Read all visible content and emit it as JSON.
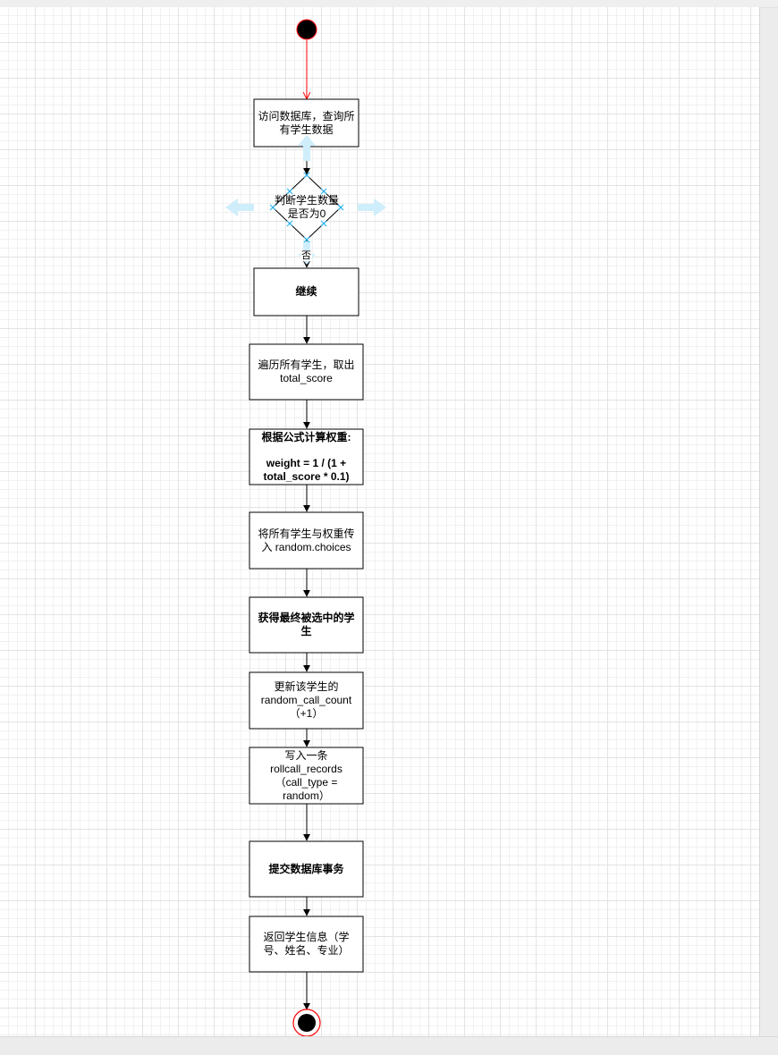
{
  "diagram": {
    "nodes": {
      "query_db": "访问数据库，查询所\n有学生数据",
      "check_zero": "判断学生数量\n是否为0",
      "continue": "继续",
      "iterate": "遍历所有学生，取出\ntotal_score",
      "weight_title": "根据公式计算权重:",
      "weight_formula": "weight = 1 / (1 +\ntotal_score * 0.1)",
      "choices": "将所有学生与权重传\n入 random.choices",
      "selected": "获得最终被选中的学\n生",
      "update": "更新该学生的\nrandom_call_count\n（+1）",
      "insert": "写入一条\nrollcall_records\n（call_type =\nrandom）",
      "commit": "提交数据库事务",
      "return": "返回学生信息（学\n号、姓名、专业）"
    },
    "edge_labels": {
      "no": "否"
    },
    "colors": {
      "stroke": "#000000",
      "start_arrow": "#ff0000",
      "end_ring": "#ff0000",
      "selection_handle": "#29b6f2",
      "hover_arrow": "#cfeefb"
    }
  }
}
